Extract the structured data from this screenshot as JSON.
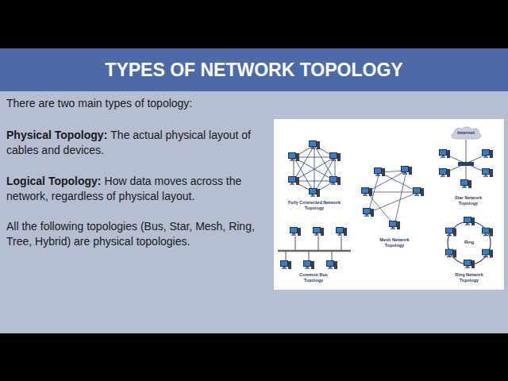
{
  "diagram": {
    "title": "TYPES OF NETWORK TOPOLOGY",
    "nodes": [
      {
        "text": [
          "Internet"
        ]
      }
    ],
    "labels": [
      "There are two main types of topology:",
      "Physical Topology:",
      "The actual physical layout of cables and devices.",
      "Logical Topology:",
      "How data moves across the network, regardless of physical layout.",
      "All the following topologies (Bus, Star, Mesh, Ring, Tree, Hybrid) are physical topologies.",
      "Fully Connected Network Topology",
      "Mesh Network Topology",
      "Star Network Topology",
      "Common Bus Topology",
      "Ring",
      "Ring Network Topology"
    ]
  }
}
